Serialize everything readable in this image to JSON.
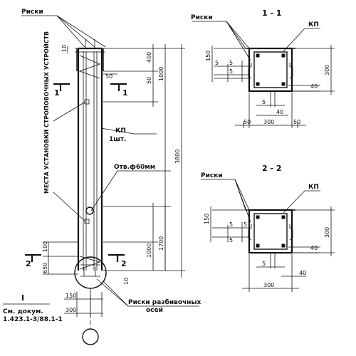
{
  "labels": {
    "riski_top": "Риски",
    "riski_section1": "Риски",
    "riski_section2": "Риски",
    "kp_col": "КП",
    "kp_qty": "1шт.",
    "kp_s1": "КП",
    "kp_s2": "КП",
    "hole": "Отв.ф60мм",
    "lifting": "МЕСТА УСТАНОВКИ СТРОПОВОЧНЫХ УСТРОЙСТВ",
    "section_1": "1 - 1",
    "section_2": "2 - 2",
    "cut1_left": "1",
    "cut1_right": "1",
    "cut2_left": "2",
    "cut2_right": "2",
    "detail_num": "I",
    "detail_ref_1": "См. докум.",
    "detail_ref_2": "1.423.1-3/88.1-1",
    "riski_axes_1": "Риски разбивочных",
    "riski_axes_2": "осей"
  },
  "dims": {
    "d10": "10",
    "d400": "400",
    "d50a": "50",
    "d50b": "50",
    "d1000a": "1000",
    "d3800": "3800",
    "d1700": "1700",
    "d1000b": "1000",
    "d100": "100",
    "d650": "650",
    "d150": "150",
    "d300": "300",
    "d10b": "10",
    "s1_150": "150",
    "s1_5a": "5",
    "s1_5b": "5",
    "s1_5c": "5",
    "s1_300v": "300",
    "s1_40a": "40",
    "s1_5d": "5",
    "s1_40b": "40",
    "s1_50l": "50",
    "s1_300": "300",
    "s1_50r": "50",
    "s2_150": "150",
    "s2_5a": "5",
    "s2_5b": "5",
    "s2_5c": "5",
    "s2_300v": "300",
    "s2_40a": "40",
    "s2_5d": "5",
    "s2_40b": "40",
    "s2_300": "300"
  }
}
